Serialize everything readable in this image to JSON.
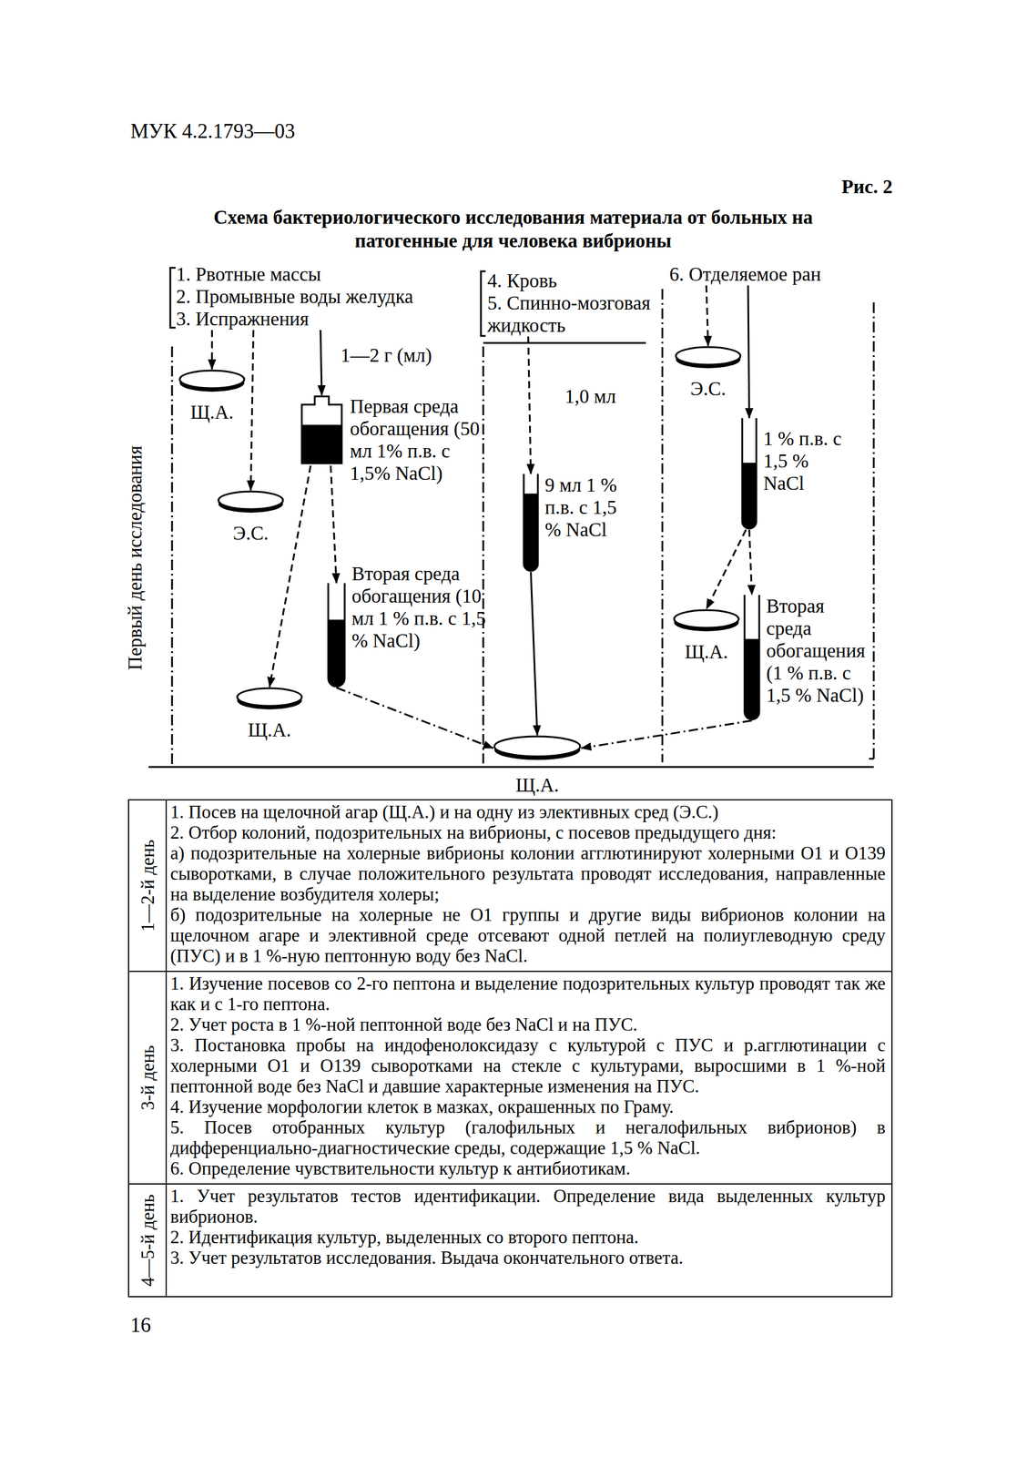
{
  "diagram": {
    "title": "Схема бактериологического исследования материала от больных на патогенные для человека вибрионы",
    "nodes": [
      {
        "text": [
          "1. Рвотные массы",
          "2. Промывные воды желудка",
          "3. Испражнения"
        ]
      },
      {
        "text": [
          "4. Кровь",
          "5. Спинно-мозговая жидкость"
        ]
      },
      {
        "text": [
          "6. Отделяемое ран"
        ]
      },
      {
        "text": [
          "Щ.А."
        ]
      },
      {
        "text": [
          "Первая среда обогащения (50 мл 1% п.в. с 1,5% NaCl)"
        ]
      },
      {
        "text": [
          "Э.С."
        ]
      },
      {
        "text": [
          "Вторая среда обогащения (10 мл 1 % п.в. с 1,5 % NaCl)"
        ]
      },
      {
        "text": [
          "Щ.А."
        ]
      },
      {
        "text": [
          "9 мл 1 % п.в. с 1,5 % NaCl"
        ]
      },
      {
        "text": [
          "Э.С."
        ]
      },
      {
        "text": [
          "1 % п.в. с 1,5 % NaCl"
        ]
      },
      {
        "text": [
          "Щ.А."
        ]
      },
      {
        "text": [
          "Вторая среда обогащения (1 % п.в. с 1,5 % NaCl)"
        ]
      },
      {
        "text": [
          "Щ.А."
        ]
      }
    ],
    "edges": [
      {
        "from": 0,
        "to": 3,
        "arrow": "to"
      },
      {
        "from": 0,
        "to": 5,
        "arrow": "to"
      },
      {
        "from": 0,
        "to": 4,
        "label": "1—2 г (мл)",
        "arrow": "to"
      },
      {
        "from": 4,
        "to": 6,
        "arrow": "to"
      },
      {
        "from": 4,
        "to": 7,
        "arrow": "to"
      },
      {
        "from": 6,
        "to": 13,
        "arrow": "to"
      },
      {
        "from": 1,
        "to": 8,
        "label": "1,0 мл",
        "arrow": "to"
      },
      {
        "from": 8,
        "to": 13,
        "arrow": "to"
      },
      {
        "from": 2,
        "to": 9,
        "arrow": "to"
      },
      {
        "from": 2,
        "to": 10,
        "arrow": "to"
      },
      {
        "from": 10,
        "to": 11,
        "arrow": "to"
      },
      {
        "from": 10,
        "to": 12,
        "arrow": "to"
      },
      {
        "from": 12,
        "to": 13,
        "arrow": "to"
      }
    ],
    "labels": [
      "МУК 4.2.1793—03",
      "Рис. 2",
      "Первый день исследования",
      "1—2-й день",
      "1. Посев на щелочной агар (Щ.А.) и на одну из элективных сред (Э.С.)",
      "2. Отбор колоний, подозрительных на вибрионы, с посевов предыдущего дня:",
      "а) подозрительные на холерные вибрионы колонии агглютинируют холерными O1 и O139 сыворотками, в случае положительного результата проводят исследования, направленные на выделение возбудителя холеры;",
      "б) подозрительные на холерные не O1 группы и другие виды вибрионов колонии на щелочном агаре и элективной среде отсевают одной петлей на полиуглеводную среду (ПУС) и в 1 %-ную пептонную воду без NaCl.",
      "3-й день",
      "1. Изучение посевов со 2-го пептона и выделение подозрительных культур проводят так же как и с 1-го пептона.",
      "2. Учет роста в 1 %-ной пептонной воде без NaCl и на ПУС.",
      "3. Постановка пробы на индофенолоксидазу с культурой с ПУС и р.агглютинации с холерными O1 и O139 сыворотками на стекле с культурами, выросшими в 1 %-ной пептонной воде без NaCl и давшие характерные изменения на ПУС.",
      "4. Изучение морфологии клеток в мазках, окрашенных по Граму.",
      "5. Посев отобранных культур (галофильных и негалофильных вибрионов) в дифференциально-диагностические среды, содержащие 1,5 % NaCl.",
      "6. Определение чувствительности культур к антибиотикам.",
      "4—5-й день",
      "1. Учет результатов тестов идентификации. Определение вида выделенных культур вибрионов.",
      "2. Идентификация культур, выделенных со второго пептона.",
      "3. Учет результатов исследования. Выдача окончательного ответа.",
      "16"
    ]
  }
}
